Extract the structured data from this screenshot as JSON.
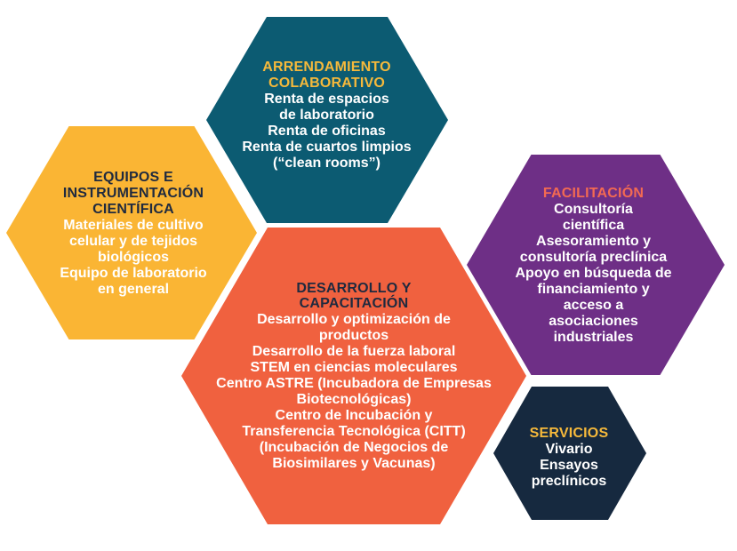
{
  "hexagons": {
    "arrendamiento": {
      "title": [
        "ARRENDAMIENTO",
        "COLABORATIVO"
      ],
      "items": [
        "Renta de espacios",
        "de laboratorio",
        "Renta de oficinas",
        "Renta de cuartos limpios",
        "(“clean rooms”)"
      ],
      "fill": "#0c5b72",
      "title_color": "#f6b93b",
      "text_color": "#ffffff"
    },
    "equipos": {
      "title": [
        "EQUIPOS E",
        "INSTRUMENTACIÓN",
        "CIENTÍFICA"
      ],
      "items": [
        "Materiales de cultivo",
        "celular y de tejidos",
        "biológicos",
        "Equipo de laboratorio",
        "en general"
      ],
      "fill": "#fab534",
      "title_color": "#1f2a3f",
      "text_color": "#ffffff"
    },
    "facilitacion": {
      "title": [
        "FACILITACIÓN"
      ],
      "items": [
        "Consultoría",
        "científica",
        "Asesoramiento y",
        "consultoría preclínica",
        "Apoyo en búsqueda de",
        "financiamiento y",
        "acceso a",
        "asociaciones",
        "industriales"
      ],
      "fill": "#6e2f86",
      "title_color": "#f36a52",
      "text_color": "#ffffff"
    },
    "desarrollo": {
      "title": [
        "DESARROLLO Y",
        "CAPACITACIÓN"
      ],
      "items": [
        "Desarrollo y optimización de",
        "productos",
        "Desarrollo de la fuerza laboral",
        "STEM en ciencias moleculares",
        "Centro ASTRE (Incubadora de Empresas",
        "Biotecnológicas)",
        "Centro de Incubación y",
        "Transferencia Tecnológica (CITT)",
        "(Incubación de Negocios de",
        "Biosimilares y Vacunas)"
      ],
      "fill": "#f0613f",
      "title_color": "#1f2a3f",
      "text_color": "#ffffff"
    },
    "servicios": {
      "title": [
        "SERVICIOS"
      ],
      "items": [
        "Vivario",
        "Ensayos",
        "preclínicos"
      ],
      "fill": "#16293f",
      "title_color": "#f6b93b",
      "text_color": "#ffffff"
    }
  }
}
